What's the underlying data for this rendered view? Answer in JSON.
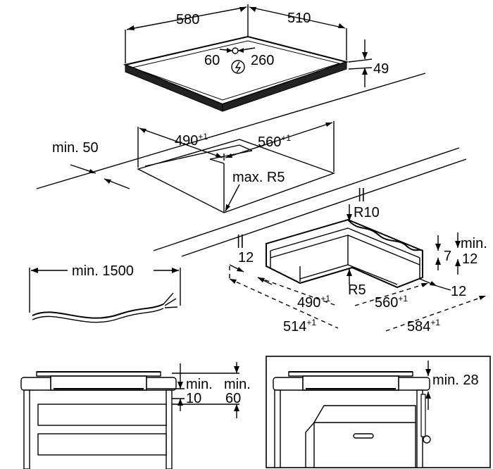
{
  "hob": {
    "width": "580",
    "depth": "510",
    "height": "49",
    "cable_offset_left": "60",
    "cable_offset_right": "260",
    "power_symbol": "power-symbol-icon"
  },
  "cutout": {
    "min_edge": "min. 50",
    "width_main": "490",
    "width_sup": "+1",
    "depth_main": "560",
    "depth_sup": "+1",
    "radius": "max. R5"
  },
  "cable": {
    "length": "min. 1500"
  },
  "frame": {
    "radius_outer": "R10",
    "radius_inner": "R5",
    "side_12a": "12",
    "height_7": "7",
    "min_12_min": "min.",
    "min_12_val": "12",
    "side_12b": "12",
    "inner_w_main": "490",
    "inner_w_sup": "+1",
    "inner_d_main": "560",
    "inner_d_sup": "+1",
    "outer_w_main": "514",
    "outer_w_sup": "+1",
    "outer_d_main": "584",
    "outer_d_sup": "+1",
    "parallel_mark_a": "||",
    "parallel_mark_b": "||"
  },
  "install_left": {
    "min_label_1": "min.",
    "min_value_1": "10",
    "min_label_2": "min.",
    "min_value_2": "60"
  },
  "install_right": {
    "min_label": "min. 28"
  }
}
